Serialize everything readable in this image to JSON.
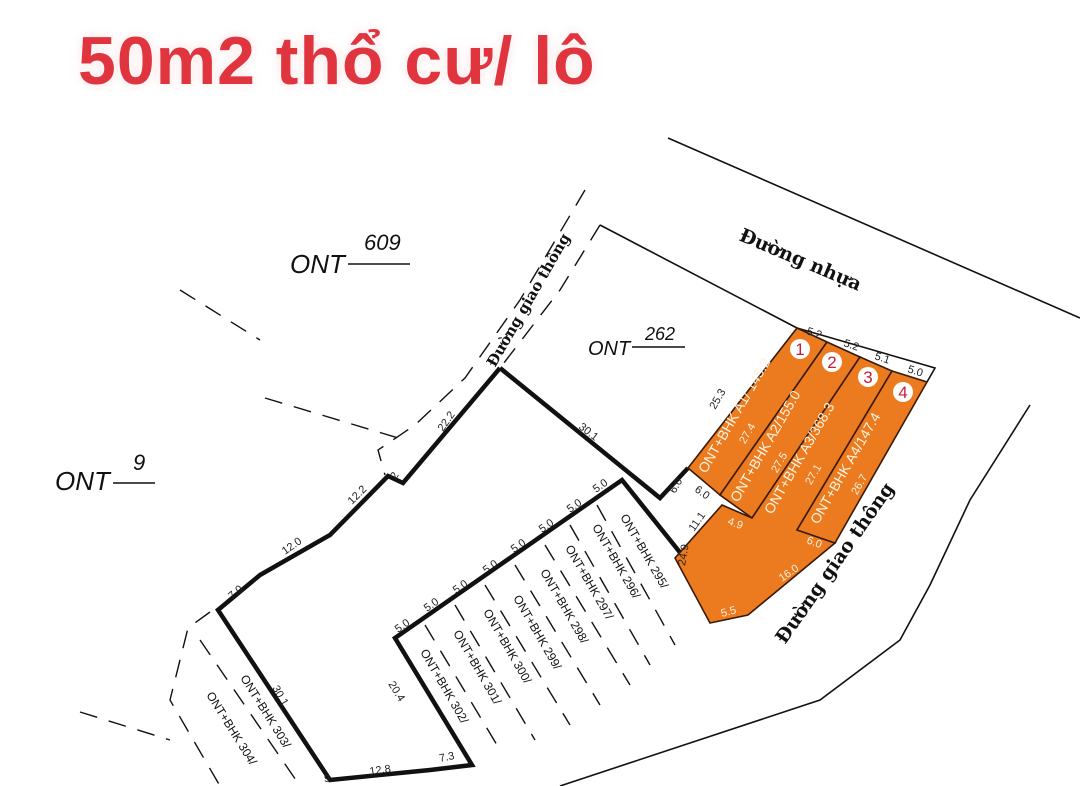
{
  "title": "50m2 thổ cư/ lô",
  "colors": {
    "lot_fill": "#ec7a1f",
    "title": "#e0353f",
    "badge_text": "#c4213a"
  },
  "roads": {
    "main": "Đường nhựa",
    "traffic_right": "Đường giao thông",
    "traffic_left": "Đường giao thông"
  },
  "parcels": {
    "ont609": {
      "code": "ONT",
      "number": "609"
    },
    "ont262": {
      "code": "ONT",
      "number": "262"
    },
    "ont9": {
      "code": "ONT",
      "number": "9"
    }
  },
  "lots": [
    {
      "badge": "1",
      "label": "ONT+BHK A1/ 145.2",
      "length": "27.4",
      "front": "5.2",
      "back": "6.0"
    },
    {
      "badge": "2",
      "label": "ONT+BHK A2/155.0",
      "length": "27.5",
      "front": "5.2",
      "back": "4.9"
    },
    {
      "badge": "3",
      "label": "ONT+BHK A3/368.3",
      "length": "27.1",
      "front": "5.1",
      "back": "16.0"
    },
    {
      "badge": "4",
      "label": "ONT+BHK A4/147.4",
      "length": "26.7",
      "front": "5.0",
      "back": "6.0"
    }
  ],
  "lot_dims": {
    "side": "25.3",
    "d1": "11.1",
    "d2": "24.9",
    "d3": "5.5",
    "d4": "6.0"
  },
  "subplots": [
    "ONT+BHK 295/",
    "ONT+BHK 296/",
    "ONT+BHK 297/",
    "ONT+BHK 298/",
    "ONT+BHK 299/",
    "ONT+BHK 300/",
    "ONT+BHK 301/",
    "ONT+BHK 302/",
    "ONT+BHK 303/",
    "ONT+BHK 304/"
  ],
  "frontage": "5.0",
  "boundary_dims": {
    "a": "30.1",
    "b": "22.2",
    "c": "2",
    "d": "12.2",
    "e": "12.0",
    "f": "7.0",
    "g": "30.1",
    "h": "9",
    "i": "12.8",
    "j": "7.3",
    "k": "20.4"
  }
}
